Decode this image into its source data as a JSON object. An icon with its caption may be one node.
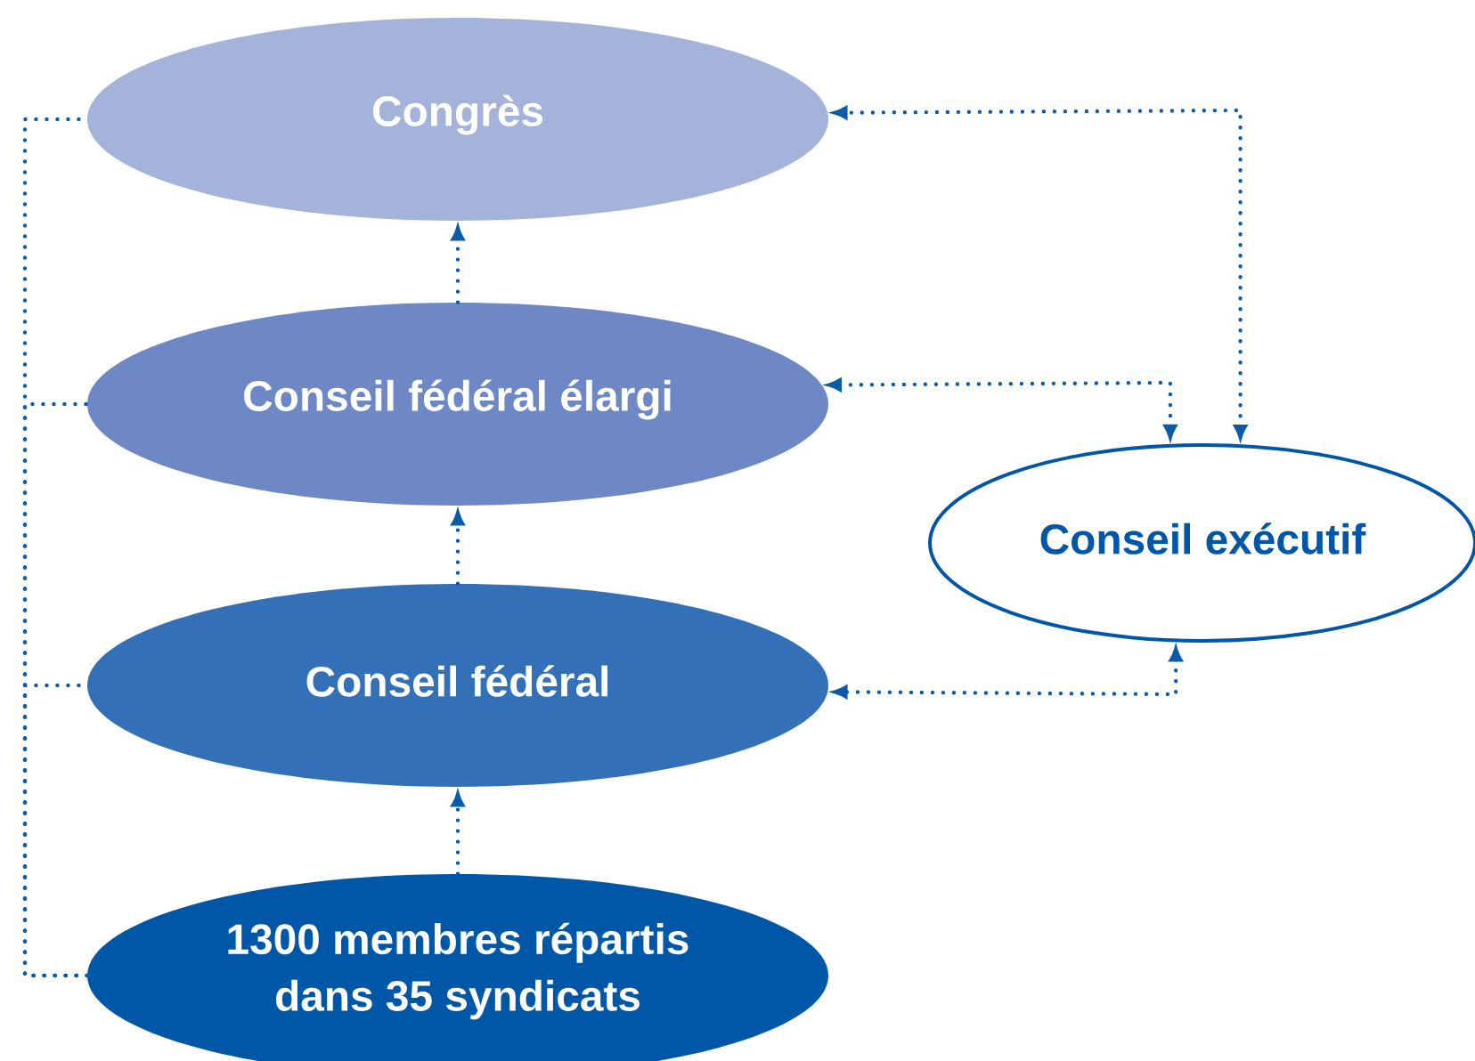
{
  "diagram": {
    "nodes": [
      {
        "text": [
          "Congrès"
        ]
      },
      {
        "text": [
          "Conseil fédéral élargi"
        ]
      },
      {
        "text": [
          "Conseil fédéral"
        ]
      },
      {
        "text": [
          "1300 membres répartis dans 35 syndicats"
        ]
      },
      {
        "text": [
          "Conseil exécutif"
        ]
      }
    ],
    "edges": [
      {
        "from": 3,
        "to": 2,
        "arrow": "to"
      },
      {
        "from": 2,
        "to": 1,
        "arrow": "to"
      },
      {
        "from": 1,
        "to": 0,
        "arrow": "to"
      },
      {
        "from": 4,
        "to": 0,
        "arrow": "both"
      },
      {
        "from": 4,
        "to": 1,
        "arrow": "both"
      },
      {
        "from": 4,
        "to": 2,
        "arrow": "both"
      },
      {
        "from": 3,
        "to": 0,
        "arrow": "none"
      },
      {
        "from": 3,
        "to": 1,
        "arrow": "none"
      },
      {
        "from": 3,
        "to": 2,
        "arrow": "none"
      }
    ]
  }
}
